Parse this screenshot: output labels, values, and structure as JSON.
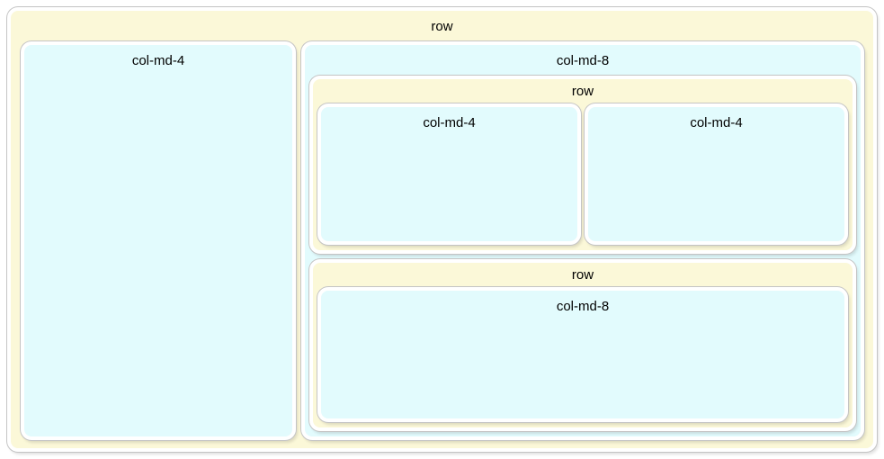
{
  "diagram": {
    "description": "Bootstrap grid nesting structure",
    "colors": {
      "row_background": "#FBF8D8",
      "column_background": "#E2FBFD",
      "box_outline": "#C4C4C4",
      "box_inner_border": "#FFFFFF",
      "label_text": "#000000",
      "page_background": "#FFFFFF"
    },
    "grid": {
      "outer_row": {
        "label": "row"
      },
      "left_col": {
        "label": "col-md-4"
      },
      "right_col": {
        "label": "col-md-8"
      },
      "nested_row_1": {
        "label": "row"
      },
      "nested_row_1_col_1": {
        "label": "col-md-4"
      },
      "nested_row_1_col_2": {
        "label": "col-md-4"
      },
      "nested_row_2": {
        "label": "row"
      },
      "nested_row_2_col": {
        "label": "col-md-8"
      }
    }
  }
}
